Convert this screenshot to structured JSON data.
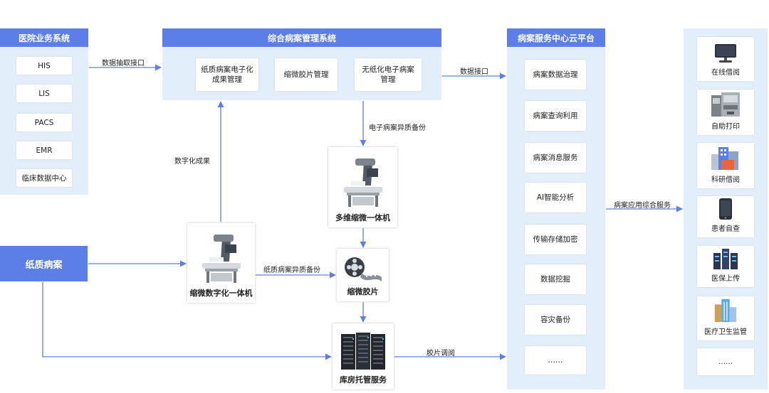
{
  "hospital": {
    "title": "医院业务系统",
    "items": [
      "HIS",
      "LIS",
      "PACS",
      "EMR",
      "临床数据中心"
    ]
  },
  "integrated": {
    "title": "综合病案管理系统",
    "items": [
      "纸质病案电子化成果管理",
      "缩微胶片管理",
      "无纸化电子病案管理"
    ]
  },
  "cloud": {
    "title": "病案服务中心云平台",
    "items": [
      "病案数据治理",
      "病案查询利用",
      "病案消息服务",
      "AI智能分析",
      "传输存储加密",
      "数据挖掘",
      "容灾备份",
      "……"
    ]
  },
  "outputs": [
    "在线借阅",
    "自助打印",
    "科研借阅",
    "患者自查",
    "医保上传",
    "医疗卫生监管",
    "……"
  ],
  "paper_record": "纸质病案",
  "machines": {
    "digitize": "缩微数字化一体机",
    "multi": "多维缩微一体机",
    "film": "缩微胶片",
    "storage": "库房托管服务"
  },
  "edge_labels": {
    "extract": "数据抽取接口",
    "data_interface": "数据接口",
    "e_backup": "电子病案异质备份",
    "digital_result": "数字化成果",
    "paper_backup": "纸质病案异质备份",
    "film_access": "胶片调阅",
    "app_service": "病案应用综合服务"
  },
  "colors": {
    "header": "#5b7fe6",
    "panel": "#e3eefb",
    "arrow": "#5b7fe6"
  }
}
